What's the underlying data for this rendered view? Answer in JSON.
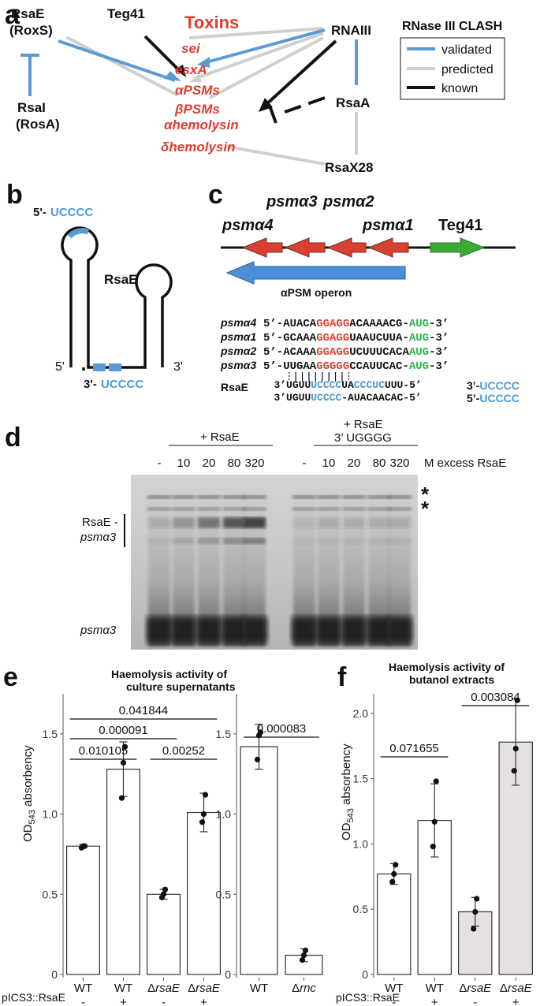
{
  "colors": {
    "validated": "#5b9bd5",
    "predicted": "#cfcfcf",
    "known": "#111111",
    "toxin": "#e03c31",
    "seq_red": "#e03c31",
    "seq_green": "#2db34a",
    "seq_blue": "#4a9ad4",
    "operon_blue": "#4a90d9",
    "psm_red": "#d8402f",
    "teg_green": "#3aa935",
    "bar_grey": "#e6e1e1"
  },
  "panel_a": {
    "label": "a",
    "toxins_title": "Toxins",
    "rsae": [
      "RsaE",
      "(RoxS)"
    ],
    "rsai": [
      "RsaI",
      "(RosA)"
    ],
    "teg41": "Teg41",
    "rnaiii": "RNAIII",
    "rsaa": "RsaA",
    "rsax28": "RsaX28",
    "toxins": [
      "sei",
      "esxA",
      "αPSMs",
      "βPSMs",
      "αhemolysin",
      "δhemolysin"
    ],
    "legend": {
      "title": "RNase III CLASH",
      "items": [
        "validated",
        "predicted",
        "known"
      ]
    }
  },
  "panel_b": {
    "label": "b",
    "name": "RsaE",
    "top_seq_prefix": "5'-",
    "top_seq": "UCCCC",
    "bottom_seq_prefix": "3'-",
    "bottom_seq": "UCCCC",
    "end5": "5'",
    "end3": "3'"
  },
  "panel_c": {
    "label": "c",
    "genes_top": [
      "psmα3",
      "psmα2"
    ],
    "gene_left": "psmα4",
    "gene_right": "psmα1",
    "teg41": "Teg41",
    "operon": "αPSM operon",
    "alignment": [
      {
        "name": "psmα4",
        "p": "5’-AUACA",
        "r": "GGAGG",
        "m": "ACAAAACG-",
        "g": "AUG",
        "s": "-3’"
      },
      {
        "name": "psmα1",
        "p": "5’-GCAAA",
        "r": "GGAGG",
        "m": "UAAUCUUA-",
        "g": "AUG",
        "s": "-3’"
      },
      {
        "name": "psmα2",
        "p": "5’-ACAAA",
        "r": "GGAGG",
        "m": "UCUUUCACA",
        "g": "AUG",
        "s": "-3’"
      },
      {
        "name": "psmα3",
        "p": "5’-UUGAA",
        "r": "GGGGG",
        "m": "CCAUUCAC-",
        "g": "AUG",
        "s": "-3’"
      }
    ],
    "rsae_label": "RsaE",
    "rsae_line1": {
      "a": "3’UGUU",
      "b": "UCCCC",
      "c": "UA",
      "d": "CCCUC",
      "e": "UUU-5’"
    },
    "rsae_line2": {
      "a": "3’UGUU",
      "b": "UCCCC",
      "c": "-AUACAACAC-5’"
    },
    "end_labels": [
      {
        "p": "3’-",
        "s": "UCCCC"
      },
      {
        "p": "5’-",
        "s": "UCCCC"
      }
    ]
  },
  "panel_d": {
    "label": "d",
    "group1": "+ RsaE",
    "group2_line1": "+ RsaE",
    "group2_line2": "3’ UGGGG",
    "lanes": [
      "-",
      "10",
      "20",
      "80",
      "320"
    ],
    "excess_label": "M excess RsaE",
    "band_label_1": "RsaE -",
    "band_label_2": "psmα3",
    "bottom_label": "psmα3",
    "stars": "*",
    "band_intensity": {
      "lane_group1": [
        0.15,
        0.3,
        0.55,
        0.75,
        0.9
      ],
      "lane_group2": [
        0.1,
        0.15,
        0.15,
        0.15,
        0.15
      ]
    }
  },
  "panel_e": {
    "label": "e",
    "title_line1": "Haemolysis activity of",
    "title_line2": "culture supernatants",
    "ylabel_prefix": "OD",
    "ylabel_sub": "543",
    "ylabel_suffix": " absorbency",
    "plasmid_label": "pICS3::RsaE",
    "chart_data": [
      {
        "type": "bar",
        "categories": [
          "WT",
          "WT",
          "ΔrsaE",
          "ΔrsaE"
        ],
        "plasmid": [
          "-",
          "+",
          "-",
          "+"
        ],
        "values": [
          0.8,
          1.28,
          0.5,
          1.01
        ],
        "errors": [
          0.01,
          0.17,
          0.03,
          0.12
        ],
        "points": [
          [
            0.79,
            0.8,
            0.8
          ],
          [
            1.1,
            1.32,
            1.42
          ],
          [
            0.48,
            0.5,
            0.53
          ],
          [
            0.95,
            1.0,
            1.12
          ]
        ],
        "ylim": [
          0,
          1.75
        ],
        "yticks": [
          "0",
          "0.5",
          "1.0",
          "1.5"
        ],
        "comparisons": [
          {
            "label": "0.041844",
            "from": 0,
            "to": 3,
            "level": 3
          },
          {
            "label": "0.000091",
            "from": 0,
            "to": 2,
            "level": 2
          },
          {
            "label": "0.010105",
            "from": 0,
            "to": 1,
            "level": 1
          },
          {
            "label": "0.00252",
            "from": 2,
            "to": 3,
            "level": 1
          }
        ]
      },
      {
        "type": "bar",
        "categories": [
          "WT",
          "Δrnc"
        ],
        "values": [
          1.42,
          0.12
        ],
        "errors": [
          0.14,
          0.04
        ],
        "points": [
          [
            1.34,
            1.49,
            1.51
          ],
          [
            0.09,
            0.12,
            0.15
          ]
        ],
        "ylim": [
          0,
          1.75
        ],
        "yticks": [
          "0",
          "0.5",
          "1.0",
          "1.5"
        ],
        "comparisons": [
          {
            "label": "0.000083",
            "from": 0,
            "to": 1,
            "level": 1
          }
        ]
      }
    ]
  },
  "panel_f": {
    "label": "f",
    "title_line1": "Haemolysis activity of",
    "title_line2": "butanol extracts",
    "ylabel_prefix": "OD",
    "ylabel_sub": "543",
    "ylabel_suffix": " absorbency",
    "plasmid_label": "pICS3::RsaE",
    "chart_data": {
      "type": "bar",
      "categories": [
        "WT",
        "WT",
        "ΔrsaE",
        "ΔrsaE"
      ],
      "plasmid": [
        "-",
        "+",
        "-",
        "+"
      ],
      "values": [
        0.77,
        1.18,
        0.48,
        1.78
      ],
      "errors": [
        0.08,
        0.28,
        0.11,
        0.33
      ],
      "points": [
        [
          0.71,
          0.77,
          0.84
        ],
        [
          0.98,
          1.17,
          1.48
        ],
        [
          0.35,
          0.48,
          0.58
        ],
        [
          1.56,
          1.73,
          2.1
        ]
      ],
      "ylim": [
        0,
        2.15
      ],
      "yticks": [
        "0",
        "0.5",
        "1.0",
        "1.5",
        "2.0"
      ],
      "comparisons": [
        {
          "label": "0.003084",
          "from": 2,
          "to": 3,
          "level": 2
        },
        {
          "label": "0.071655",
          "from": 0,
          "to": 1,
          "level": 1
        }
      ]
    }
  }
}
